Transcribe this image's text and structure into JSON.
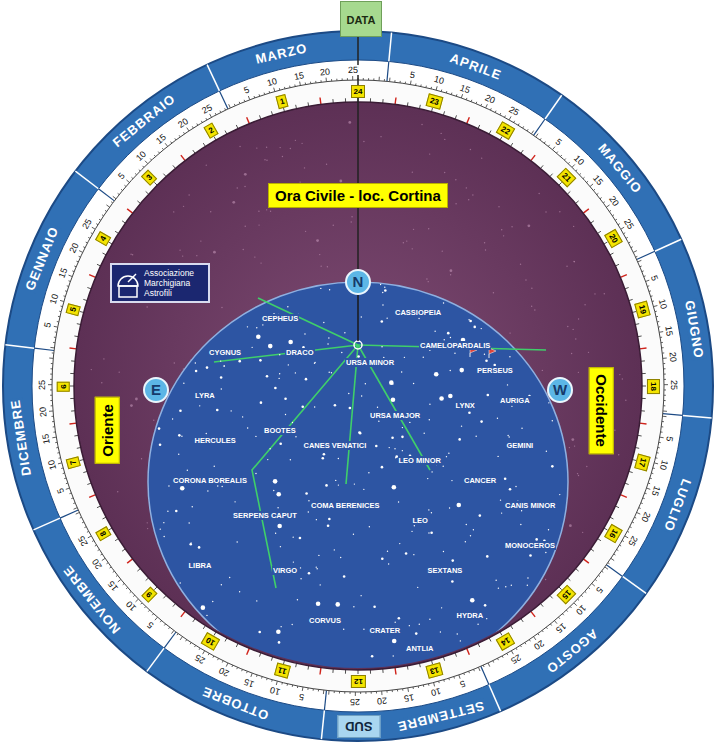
{
  "diagram": {
    "nodes": [
      {
        "text": [
          "DATA"
        ]
      },
      {
        "text": [
          "Ora Civile - loc. Cortina"
        ]
      },
      {
        "text": [
          "Associazione Marchigiana Astrofili"
        ]
      },
      {
        "text": [
          "N"
        ]
      },
      {
        "text": [
          "E"
        ]
      },
      {
        "text": [
          "W"
        ]
      },
      {
        "text": [
          "Oriente"
        ]
      },
      {
        "text": [
          "Occidente"
        ]
      },
      {
        "text": [
          "SUD"
        ]
      },
      {
        "text": [
          "1"
        ]
      },
      {
        "text": [
          "2"
        ]
      },
      {
        "text": [
          "3"
        ]
      },
      {
        "text": [
          "4"
        ]
      },
      {
        "text": [
          "5"
        ]
      },
      {
        "text": [
          "6"
        ]
      },
      {
        "text": [
          "7"
        ]
      },
      {
        "text": [
          "8"
        ]
      },
      {
        "text": [
          "9"
        ]
      },
      {
        "text": [
          "10"
        ]
      },
      {
        "text": [
          "11"
        ]
      },
      {
        "text": [
          "12"
        ]
      },
      {
        "text": [
          "13"
        ]
      },
      {
        "text": [
          "14"
        ]
      },
      {
        "text": [
          "15"
        ]
      },
      {
        "text": [
          "16"
        ]
      },
      {
        "text": [
          "17"
        ]
      },
      {
        "text": [
          "18"
        ]
      },
      {
        "text": [
          "19"
        ]
      },
      {
        "text": [
          "20"
        ]
      },
      {
        "text": [
          "21"
        ]
      },
      {
        "text": [
          "22"
        ]
      },
      {
        "text": [
          "23"
        ]
      },
      {
        "text": [
          "24"
        ]
      }
    ],
    "labels": [
      "MARZO",
      "APRILE",
      "MAGGIO",
      "GIUGNO",
      "LUGLIO",
      "AGOSTO",
      "SETTEMBRE",
      "OTTOBRE",
      "NOVEMBRE",
      "DICEMBRE",
      "GENNAIO",
      "FEBBRAIO",
      "5",
      "10",
      "15",
      "20",
      "25",
      "5",
      "10",
      "15",
      "20",
      "25",
      "5",
      "10",
      "15",
      "20",
      "25",
      "5",
      "10",
      "15",
      "20",
      "25",
      "5",
      "10",
      "15",
      "20",
      "25",
      "5",
      "10",
      "15",
      "20",
      "25",
      "5",
      "10",
      "15",
      "20",
      "25",
      "5",
      "10",
      "15",
      "20",
      "25",
      "5",
      "10",
      "15",
      "20",
      "25",
      "5",
      "10",
      "15",
      "20",
      "25",
      "5",
      "10",
      "15",
      "20",
      "25",
      "5",
      "10",
      "15",
      "20",
      "25",
      "CEPHEUS",
      "CASSIOPEIA",
      "CYGNUS",
      "DRACO",
      "URSA MINOR",
      "CAMELOPARDALIS",
      "PERSEUS",
      "LYRA",
      "HERCULES",
      "BOOTES",
      "CANES VENATICI",
      "URSA MAJOR",
      "LYNX",
      "AURIGA",
      "GEMINI",
      "CORONA BOREALIS",
      "LEO MINOR",
      "CANCER",
      "CANIS MINOR",
      "SERPENS CAPUT",
      "COMA BERENICES",
      "LEO",
      "LIBRA",
      "VIRGO",
      "SEXTANS",
      "MONOCEROS",
      "CORVUS",
      "CRATER",
      "HYDRA",
      "ANTLIA"
    ]
  }
}
